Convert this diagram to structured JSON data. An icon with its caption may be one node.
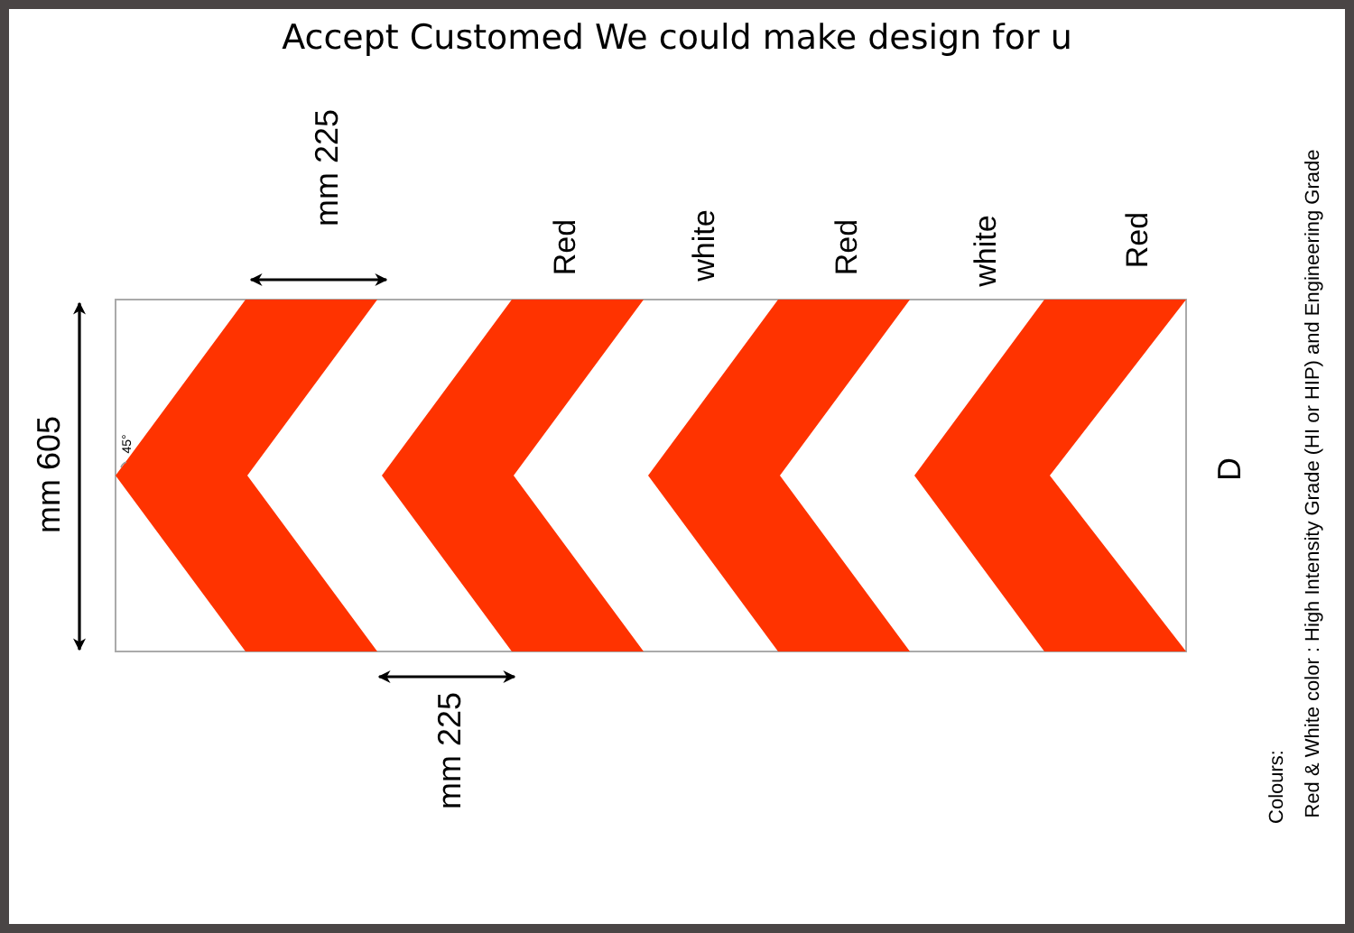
{
  "diagram": {
    "title": "Accept Customed We could make design for u",
    "labels": [
      "mm 225",
      "Red",
      "white",
      "Red",
      "white",
      "Red",
      "mm 605",
      "45°",
      "D",
      "mm 225",
      "Colours:",
      "Red & White color : High Intensity Grade  (HI or HIP)  and Engineering Grade"
    ]
  }
}
